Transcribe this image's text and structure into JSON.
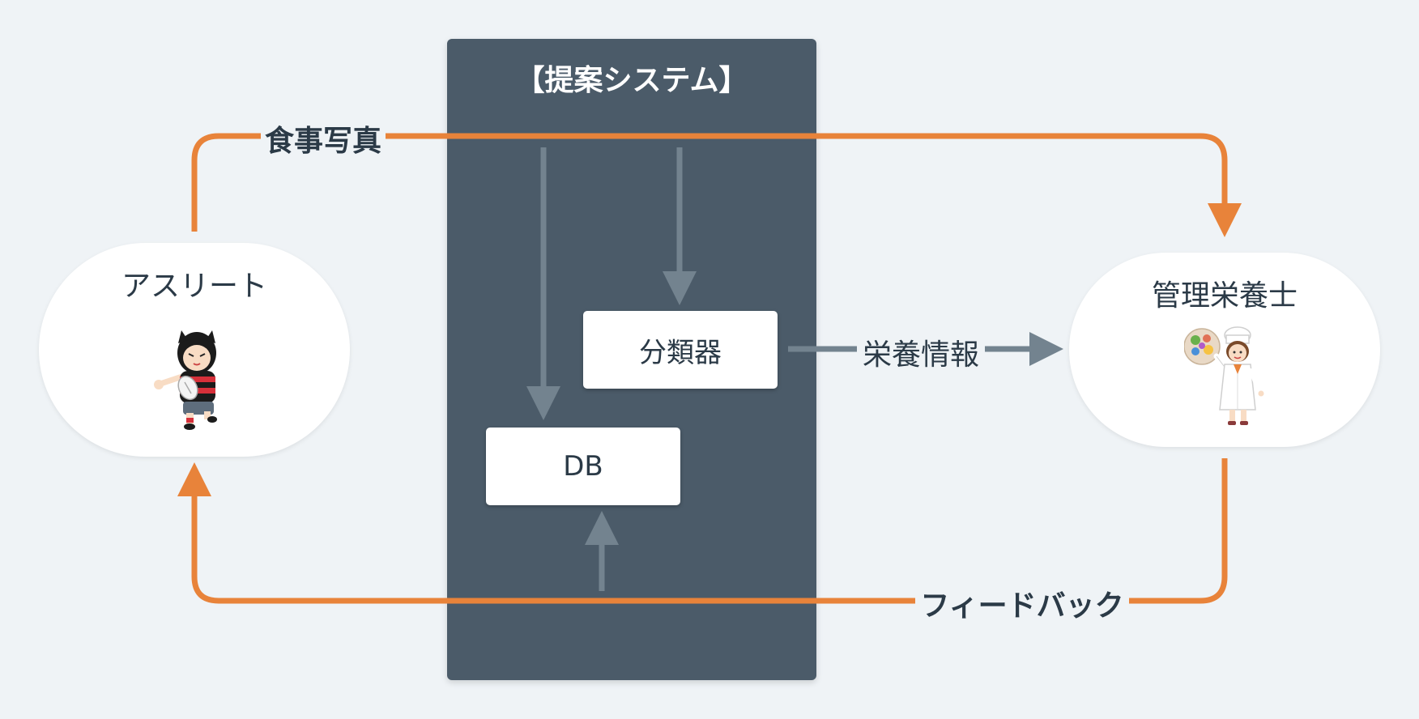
{
  "system": {
    "title": "【提案システム】"
  },
  "nodes": {
    "athlete": {
      "label": "アスリート"
    },
    "dietitian": {
      "label": "管理栄養士"
    }
  },
  "components": {
    "classifier": {
      "label": "分類器"
    },
    "db": {
      "label": "DB"
    }
  },
  "edges": {
    "meal_photo": {
      "label": "食事写真"
    },
    "nutrition_info": {
      "label": "栄養情報"
    },
    "feedback": {
      "label": "フィードバック"
    }
  },
  "colors": {
    "background": "#eff3f6",
    "panel": "#4b5b69",
    "accent_orange": "#e8833a",
    "internal_arrow": "#73838f",
    "text": "#2b3a47"
  },
  "icons": {
    "athlete": "rugby-player-icon",
    "dietitian": "dietitian-with-food-plate-icon"
  }
}
